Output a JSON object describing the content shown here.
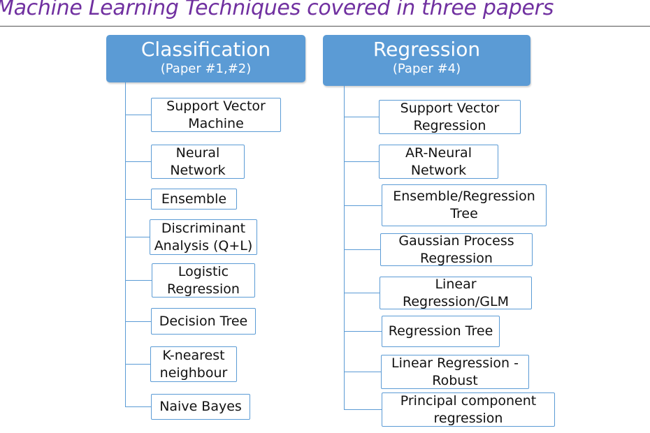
{
  "title": "Machine Learning Techniques covered in three papers",
  "classification": {
    "header": "Classification",
    "subheader": "(Paper #1,#2)",
    "items": [
      "Support Vector\nMachine",
      "Neural\nNetwork",
      "Ensemble",
      "Discriminant\nAnalysis (Q+L)",
      "Logistic\nRegression",
      "Decision Tree",
      "K-nearest\nneighbour",
      "Naive Bayes"
    ]
  },
  "regression": {
    "header": "Regression",
    "subheader": "(Paper #4)",
    "items": [
      "Support Vector\nRegression",
      "AR-Neural\nNetwork",
      "Ensemble/Regression\nTree",
      "Gaussian Process\nRegression",
      "Linear\nRegression/GLM",
      "Regression Tree",
      "Linear Regression -\nRobust",
      "Principal component\nregression"
    ]
  },
  "colors": {
    "header_fill": "#5b9bd5",
    "connector": "#5b9bd5",
    "title_text": "#7030a0"
  }
}
